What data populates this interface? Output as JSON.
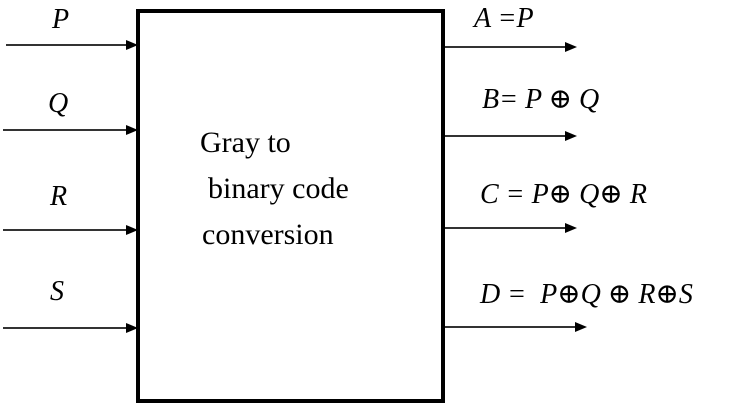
{
  "block": {
    "lines": [
      "Gray to",
      "binary code",
      "conversion"
    ]
  },
  "inputs": [
    {
      "label": "P"
    },
    {
      "label": "Q"
    },
    {
      "label": "R"
    },
    {
      "label": "S"
    }
  ],
  "outputs": [
    {
      "label": "A =P"
    },
    {
      "label": "B= P ⊕ Q"
    },
    {
      "label": "C = P⊕ Q⊕ R"
    },
    {
      "label": "D =  P⊕Q ⊕ R⊕S"
    }
  ]
}
